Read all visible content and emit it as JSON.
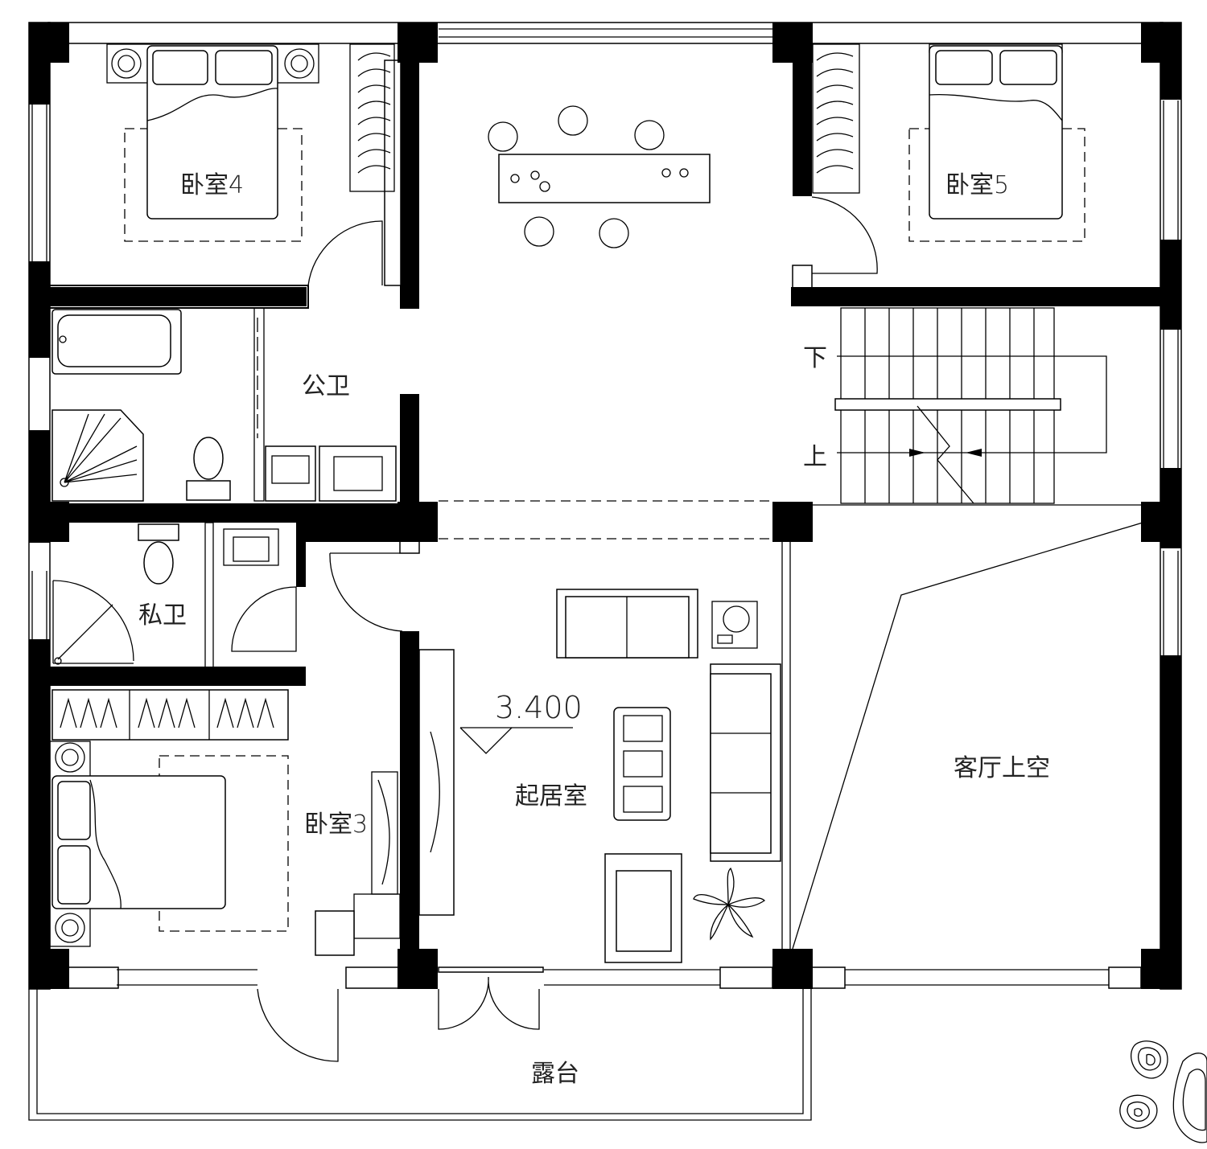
{
  "rooms": {
    "bedroom4": "卧室4",
    "bedroom5": "卧室5",
    "public_bath": "公卫",
    "private_bath": "私卫",
    "bedroom3": "卧室3",
    "living_room": "起居室",
    "void_above_hall": "客厅上空",
    "terrace": "露台"
  },
  "stairs": {
    "down": "下",
    "up": "上"
  },
  "elevation": "3.400",
  "colors": {
    "wall": "#000000",
    "background": "#ffffff"
  }
}
